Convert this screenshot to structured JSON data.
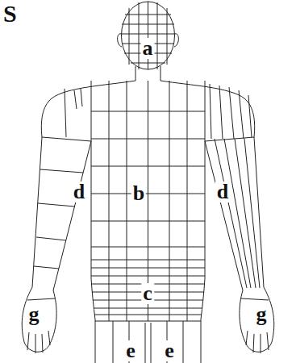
{
  "diagram": {
    "labels": [
      "S",
      "a",
      "d",
      "b",
      "d",
      "c",
      "g",
      "g",
      "e",
      "e"
    ]
  }
}
